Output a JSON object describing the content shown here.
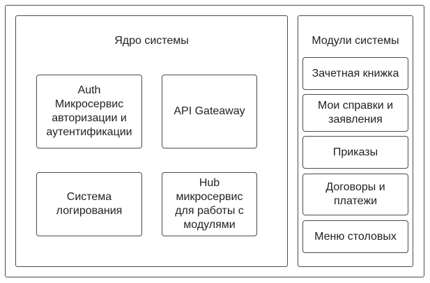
{
  "core": {
    "title": "Ядро системы",
    "boxes": [
      {
        "label": "Auth\nМикросервис\nавторизации и\nаутентификации"
      },
      {
        "label": "API Gateaway"
      },
      {
        "label": "Система\nлогирования"
      },
      {
        "label": "Hub\nмикросервис\nдля работы с\nмодулями"
      }
    ]
  },
  "modules": {
    "title": "Модули системы",
    "items": [
      {
        "label": "Зачетная книжка"
      },
      {
        "label": "Мои справки и\nзаявления"
      },
      {
        "label": "Приказы"
      },
      {
        "label": "Договоры и\nплатежи"
      },
      {
        "label": "Меню столовых"
      }
    ]
  }
}
